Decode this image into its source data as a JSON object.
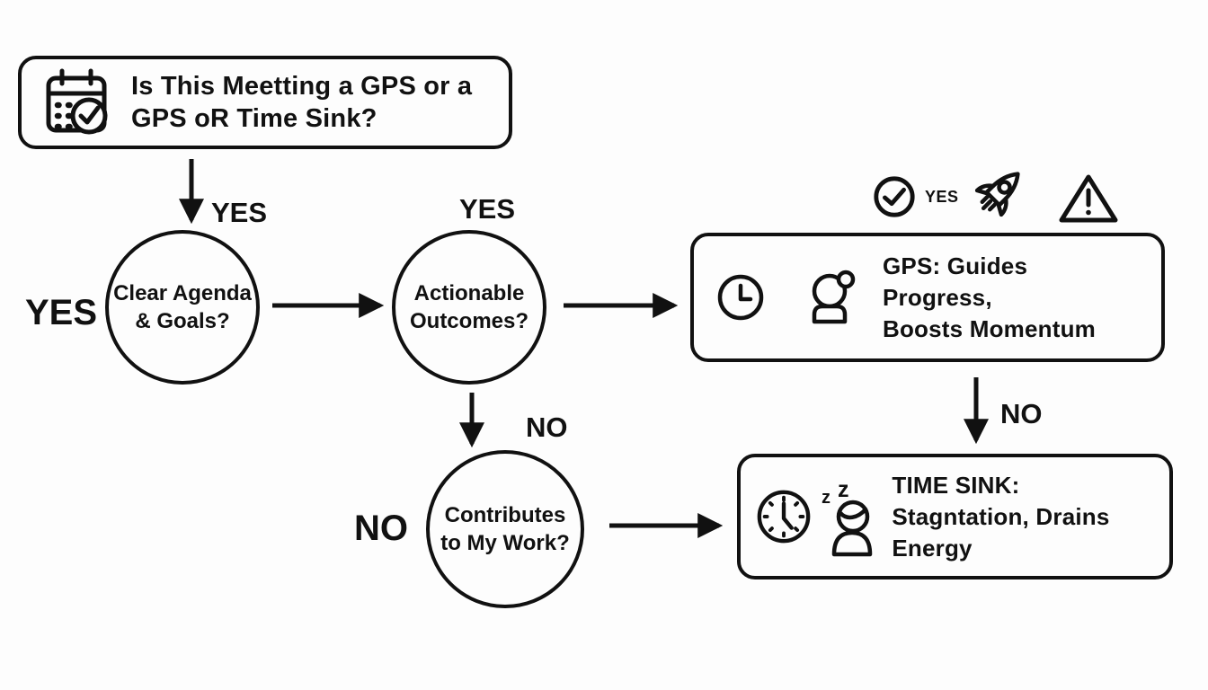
{
  "colors": {
    "ink": "#111111",
    "background": "#fdfdfd"
  },
  "title_box": {
    "line1": "Is This Meetting a GPS or a",
    "line2": "GPS oR Time Sink?"
  },
  "decision_nodes": {
    "clear_agenda": {
      "line1": "Clear Agenda",
      "line2": "& Goals?"
    },
    "actionable_outcomes": {
      "line1": "Actionable",
      "line2": "Outcomes?"
    },
    "contributes_work": {
      "line1": "Contributes",
      "line2": "to My Work?"
    }
  },
  "edge_labels": {
    "yes_title_to_agenda": "YES",
    "yes_left_of_agenda": "YES",
    "yes_above_outcomes": "YES",
    "no_outcomes_to_contributes": "NO",
    "no_left_of_contributes": "NO",
    "no_gps_to_timesink": "NO",
    "yes_icon_caption": "YES"
  },
  "outcome_boxes": {
    "gps": {
      "line1": "GPS: Guides Progress,",
      "line2": "Boosts Momentum"
    },
    "time_sink": {
      "line1": "TIME SINK:",
      "line2": "Stagntation, Drains Energy",
      "sleep_z1": "z",
      "sleep_z2": "z"
    }
  },
  "icons": {
    "title": "calendar-check-icon",
    "gps_row_top": [
      "check-circle-icon",
      "rocket-icon",
      "warning-triangle-icon"
    ],
    "gps_box": [
      "clock-icon",
      "person-bun-icon"
    ],
    "time_sink_box": [
      "clock-ticks-icon",
      "sleeping-person-icon"
    ]
  }
}
